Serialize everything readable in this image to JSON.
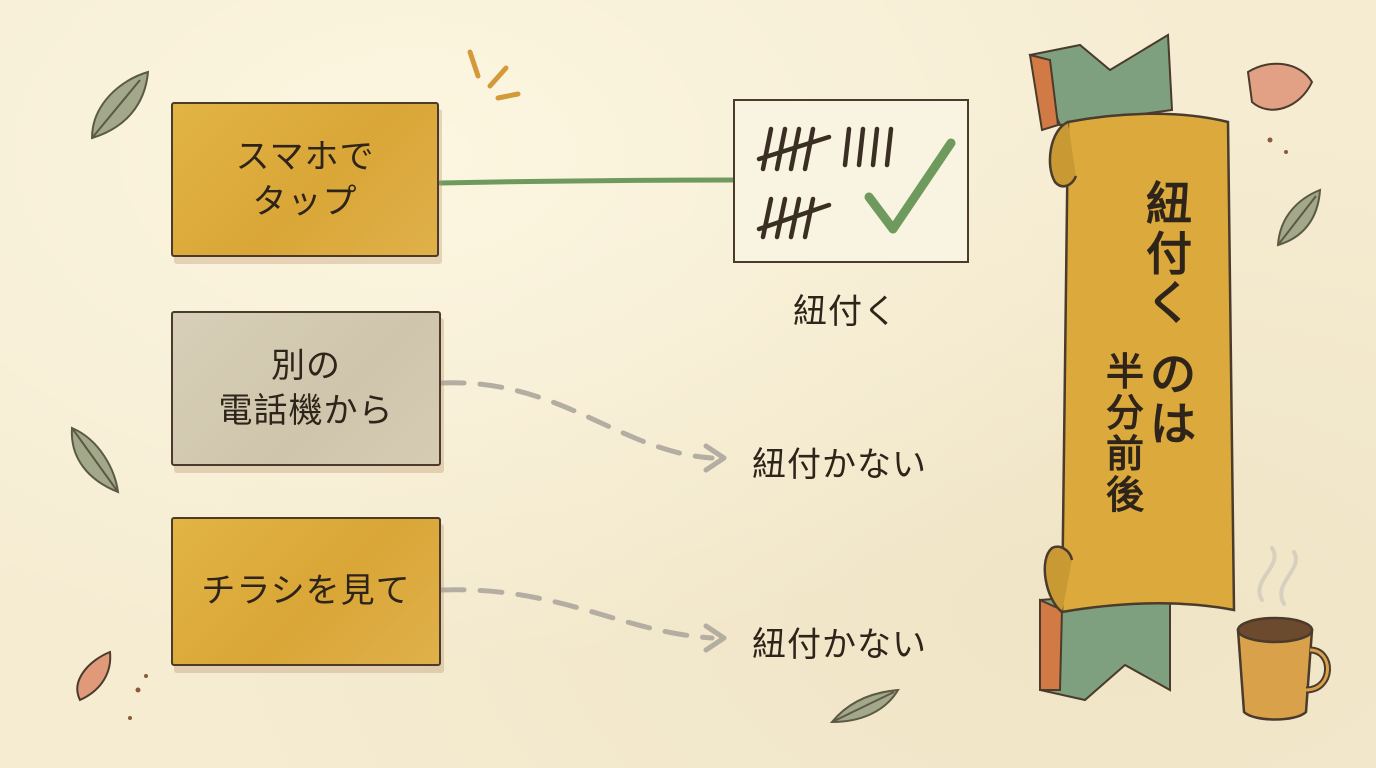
{
  "inputs": [
    {
      "lines": [
        "スマホで",
        "タップ"
      ],
      "style": "gold"
    },
    {
      "lines": [
        "別の",
        "電話機から"
      ],
      "style": "grey"
    },
    {
      "lines": [
        "チラシを見て"
      ],
      "style": "gold"
    }
  ],
  "outcomes": {
    "linked": "紐付く",
    "not_linked_1": "紐付かない",
    "not_linked_2": "紐付かない"
  },
  "banner": {
    "col_main": [
      "紐",
      "付",
      "く"
    ],
    "col_a": [
      "の",
      "は"
    ],
    "col_b": [
      "半",
      "分",
      "前",
      "後"
    ]
  },
  "colors": {
    "gold_box": "#dcaa3c",
    "grey_box": "#d3c9b0",
    "solid_connector": "#6f9a5e",
    "dashed_connector": "#b4aea2",
    "check": "#6f9a5e",
    "banner_fill": "#dcaa3c",
    "ink": "#2e241a",
    "background": "#f5ecd2"
  },
  "icons": [
    "tally-marks-icon",
    "checkmark-icon",
    "ribbon-banner",
    "coffee-mug-icon",
    "leaf-icon",
    "pencil-shaving-icon",
    "sparkle-icon"
  ]
}
